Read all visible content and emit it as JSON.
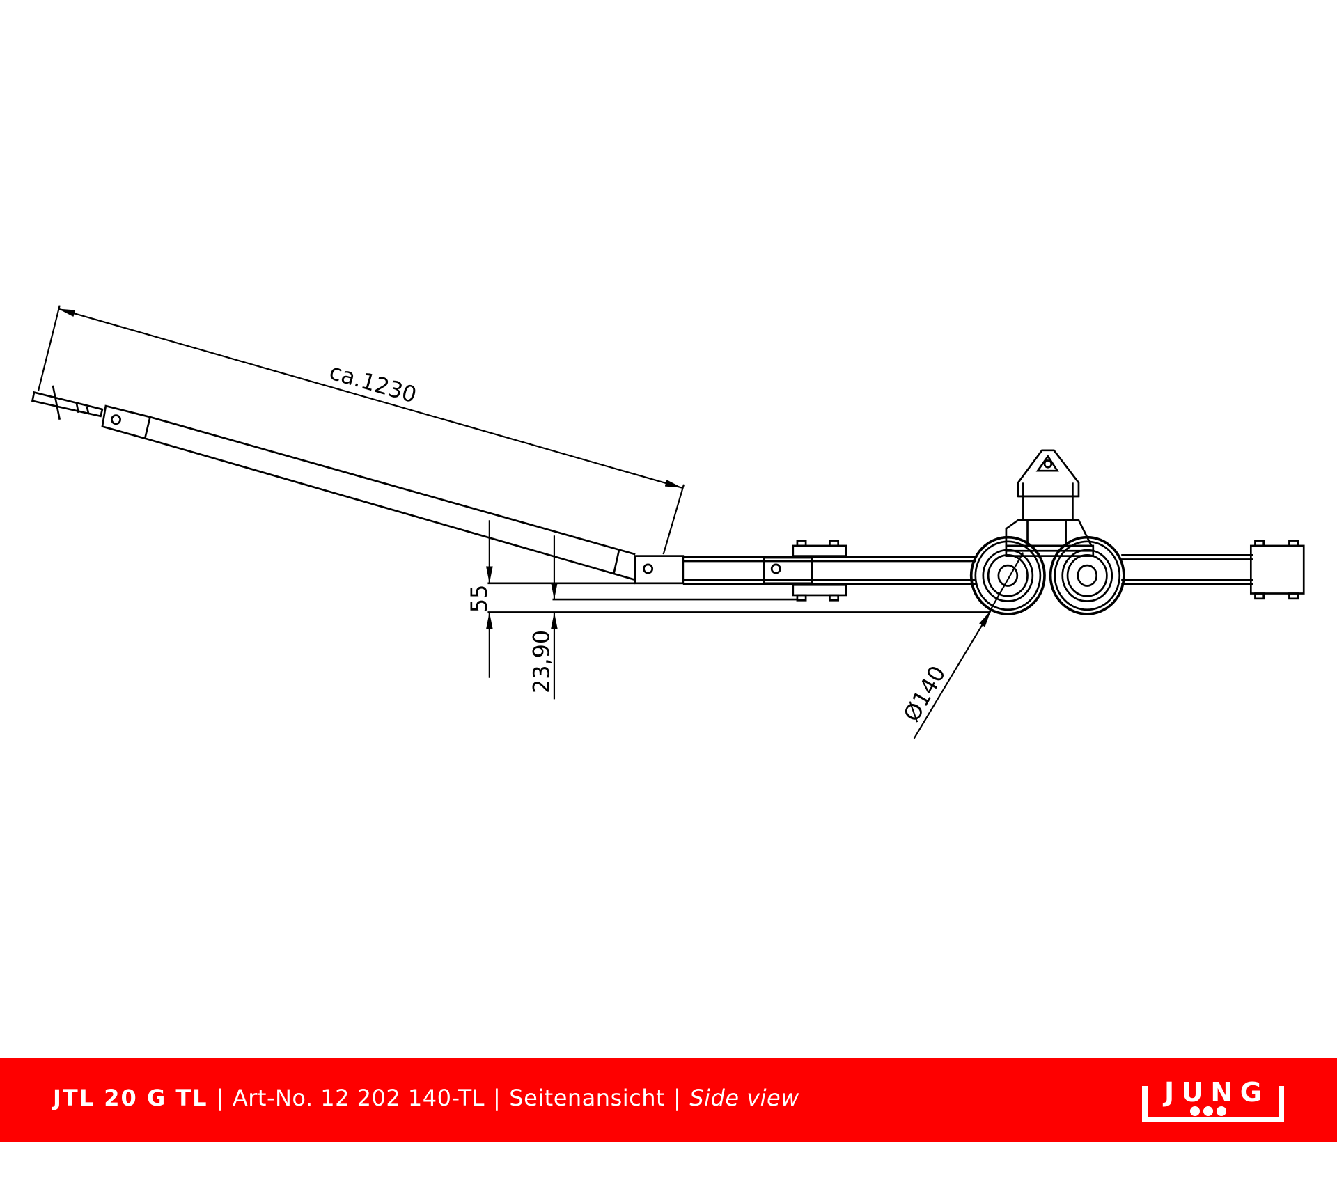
{
  "drawing": {
    "dimensions": {
      "handle_length": "ca.1230",
      "height_55": "55",
      "height_2390": "23,90",
      "wheel_diameter": "Ø140"
    }
  },
  "footer": {
    "model": "JTL 20 G TL",
    "separator": "|",
    "article_number": "Art-No. 12 202 140-TL",
    "view_de": "Seitenansicht",
    "view_en": "Side view",
    "logo_text": "JUNG",
    "band_color": "#fe0000"
  }
}
